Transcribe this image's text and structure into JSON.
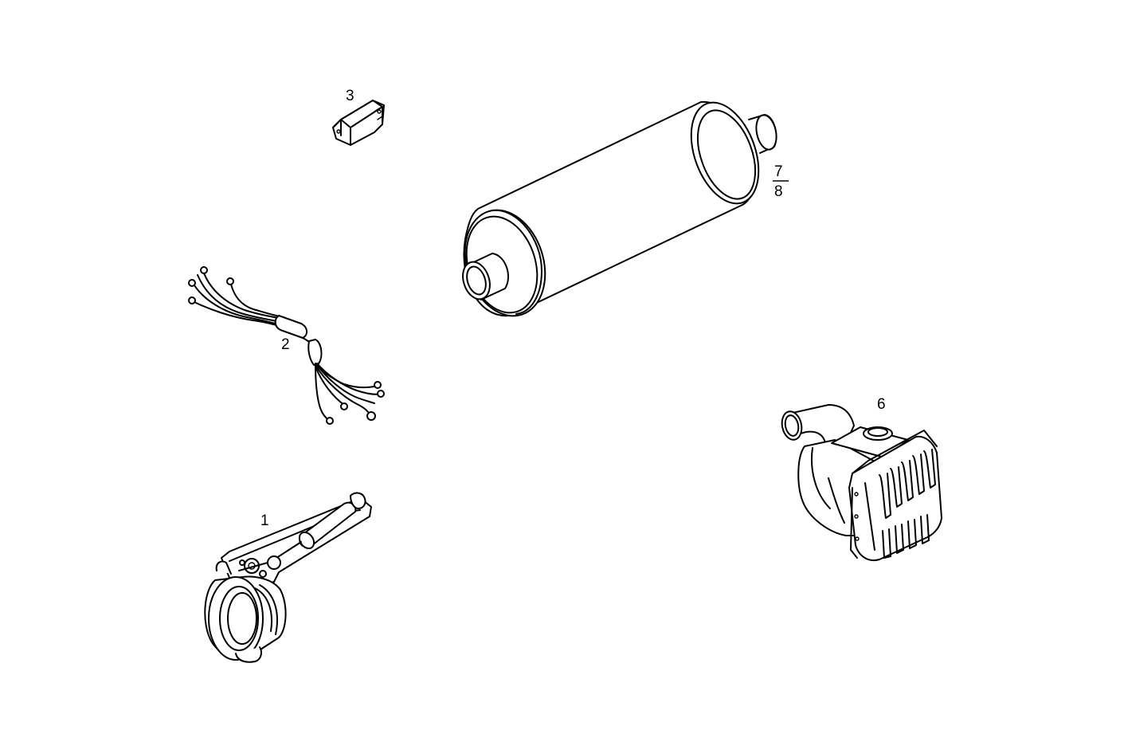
{
  "callouts": {
    "item_1": "1",
    "item_2": "2",
    "item_3": "3",
    "item_6": "6",
    "item_7": "7",
    "item_8": "8"
  }
}
